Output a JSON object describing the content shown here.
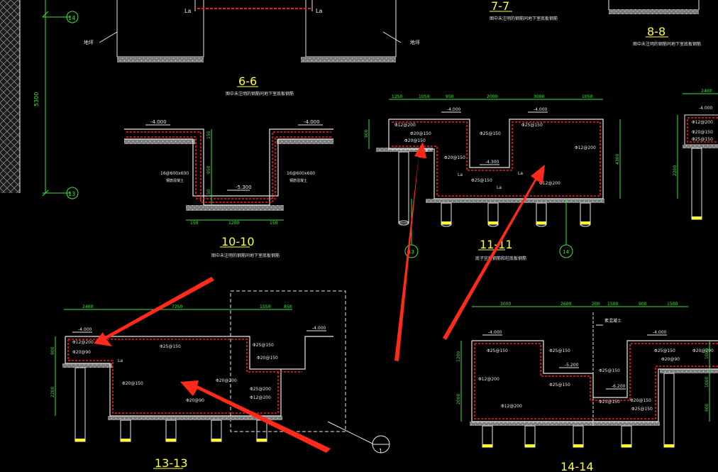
{
  "sections": {
    "s66": {
      "title": "6-6",
      "note": "图中未注明的钢筋同地下室底板钢筋"
    },
    "s77": {
      "title": "7-7",
      "note": "图中未注明的钢筋同地下室底板钢筋"
    },
    "s88": {
      "title": "8-8",
      "note": "图中未注明的钢筋同地下室底板钢筋"
    },
    "s1010": {
      "title": "10-10",
      "note": "图中未注明的钢筋同地下室底板钢筋",
      "elev_left": "-4.000",
      "elev_right": "-4.000",
      "elev_bottom": "-5.300",
      "dims_bottom": [
        "150",
        "1200",
        "150"
      ],
      "dims_side": [
        "150",
        "950",
        "150"
      ],
      "rebar_left": "16@600x600",
      "rebar_left_note": "钢筋混凝土",
      "rebar_right": "16@600x600",
      "rebar_right_note": "钢筋混凝土"
    },
    "s1111": {
      "title": "11-11",
      "note": "底子宜板钢筋和柱底板钢筋",
      "dims_top": [
        "1250",
        "1050",
        "950",
        "2000",
        "3000",
        "1050"
      ],
      "elev_a": "-4.000",
      "elev_b": "-4.000",
      "elev_c": "-4.300",
      "rebar": [
        "Φ12@200",
        "Φ20@150",
        "Φ25@150",
        "Φ25@150",
        "Φ12@200",
        "Φ20@150",
        "Φ25@150",
        "Φ12@200",
        "Φ20@150"
      ],
      "la": [
        "La",
        "La",
        "La",
        "La"
      ],
      "dim_left": "900",
      "dim_right": "4300",
      "axis_left": "13",
      "axis_right": "14"
    },
    "s1313": {
      "title": "13-13",
      "dims_top": [
        "2400",
        "7250",
        "1550",
        "850"
      ],
      "elev_left": "-4.000",
      "elev_right": "-4.000",
      "rebar": [
        "Φ12@200",
        "Φ25@150",
        "Φ25@150",
        "Φ20@90",
        "Φ20@150",
        "Φ20@200",
        "Φ25@200",
        "Φ12@200",
        "Φ20@90",
        "Φ20@150"
      ],
      "dims_left": [
        "900",
        "2200"
      ],
      "axis": "1"
    },
    "s1414": {
      "title": "14-14",
      "dims_top": [
        "3000",
        "2600",
        "200",
        "1500",
        "900",
        "1500"
      ],
      "elev_left": "-4.000",
      "elev_mid": "-5.200",
      "elev_mid2": "-6.200",
      "elev_right": "-4.000",
      "rebar": [
        "Φ25@150",
        "Φ25@150",
        "Φ12@200",
        "Φ25@150",
        "Φ25@150",
        "Φ25@150",
        "Φ25@150",
        "Φ20@90",
        "Φ20@150",
        "Φ25@150",
        "Φ20@200",
        "Φ12@200"
      ],
      "tag": "素混凝土",
      "dims_left": [
        "1200",
        "2000"
      ],
      "dims_right": [
        "1000",
        "1000",
        "900"
      ]
    },
    "right_partial": {
      "dims_top": "2400",
      "elev": "-4.000",
      "rebar": [
        "Φ12@200",
        "Φ20@150",
        "Φ25@150"
      ],
      "dim": "2200"
    }
  },
  "left_panel": {
    "axis_top": "14",
    "axis_bottom": "13",
    "dim": "5300"
  },
  "misc": {
    "wall_left": "地坪",
    "wall_right": "地坪",
    "la": "La"
  },
  "colors": {
    "outline": "#e8e8e8",
    "rebar": "#ff1a1a",
    "dims": "#39e639",
    "title": "#ffff33",
    "arrow": "#ff2a1a",
    "concrete": "#9a9a9a"
  }
}
